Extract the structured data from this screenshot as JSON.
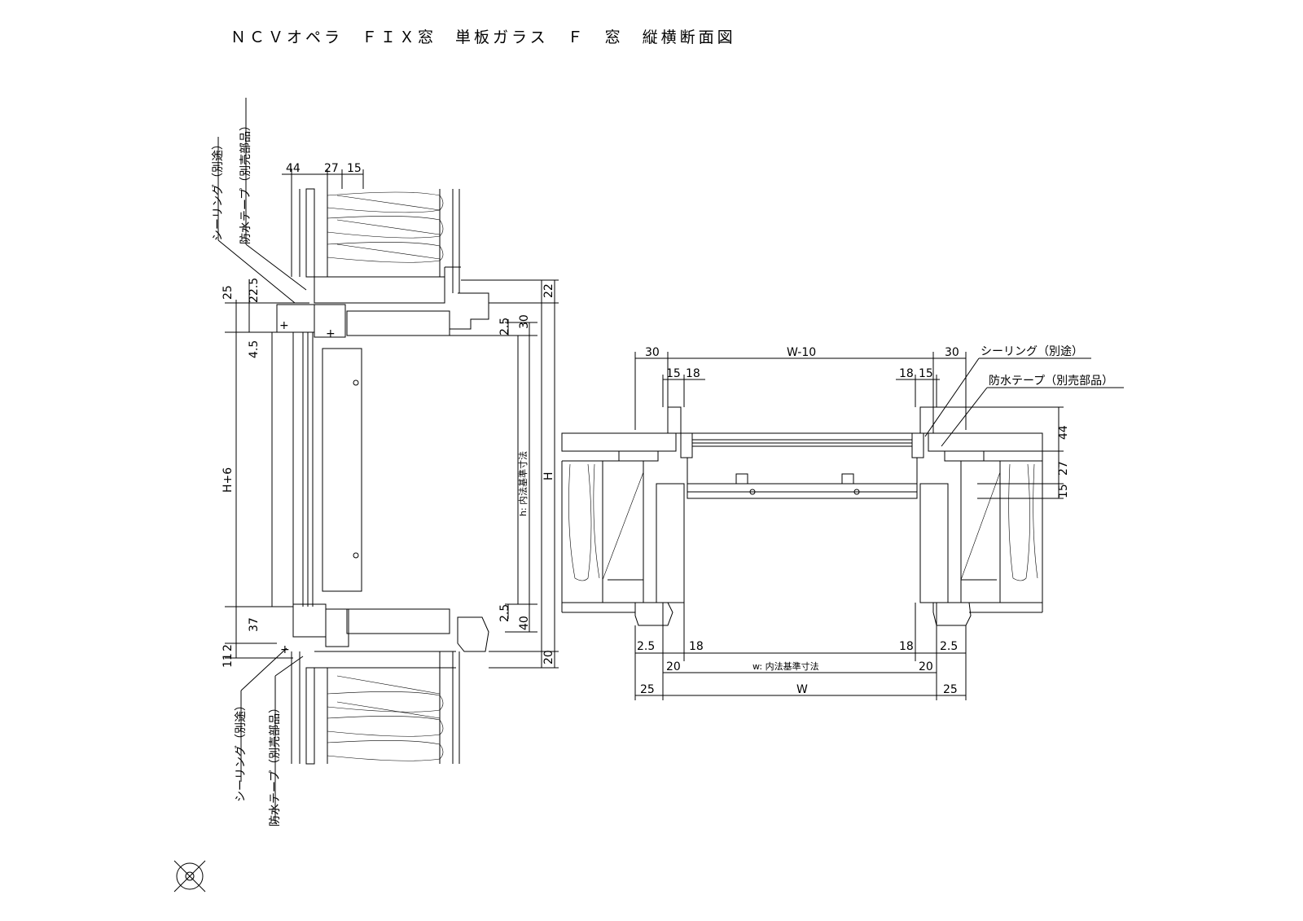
{
  "title": "ＮＣＶオペラ　ＦＩＸ窓　単板ガラス　Ｆ　窓　縦横断面図",
  "labels": {
    "sealing": "シーリング（別途）",
    "tape": "防水テープ（別売部品）",
    "h_inner": "h: 内法基準寸法",
    "w_inner": "w: 内法基準寸法"
  },
  "vertical_section": {
    "top_dims": [
      "44",
      "27",
      "15"
    ],
    "left_dims": [
      "25",
      "22.5",
      "4.5",
      "H+6",
      "2",
      "37",
      "11"
    ],
    "right_dims": [
      "22",
      "2.5",
      "30",
      "H",
      "2.5",
      "40",
      "20"
    ]
  },
  "horizontal_section": {
    "top_dims": [
      "30",
      "W-10",
      "30"
    ],
    "sub_dims_left": "15",
    "sub_dims_left2": "18",
    "sub_dims_right": "18",
    "sub_dims_right2": "15",
    "right_dims": [
      "44",
      "27",
      "15"
    ],
    "bottom_dims": [
      "2.5",
      "18",
      "18",
      "2.5",
      "20",
      "20",
      "25",
      "W",
      "25"
    ]
  },
  "compass_icon": "north-compass-icon"
}
